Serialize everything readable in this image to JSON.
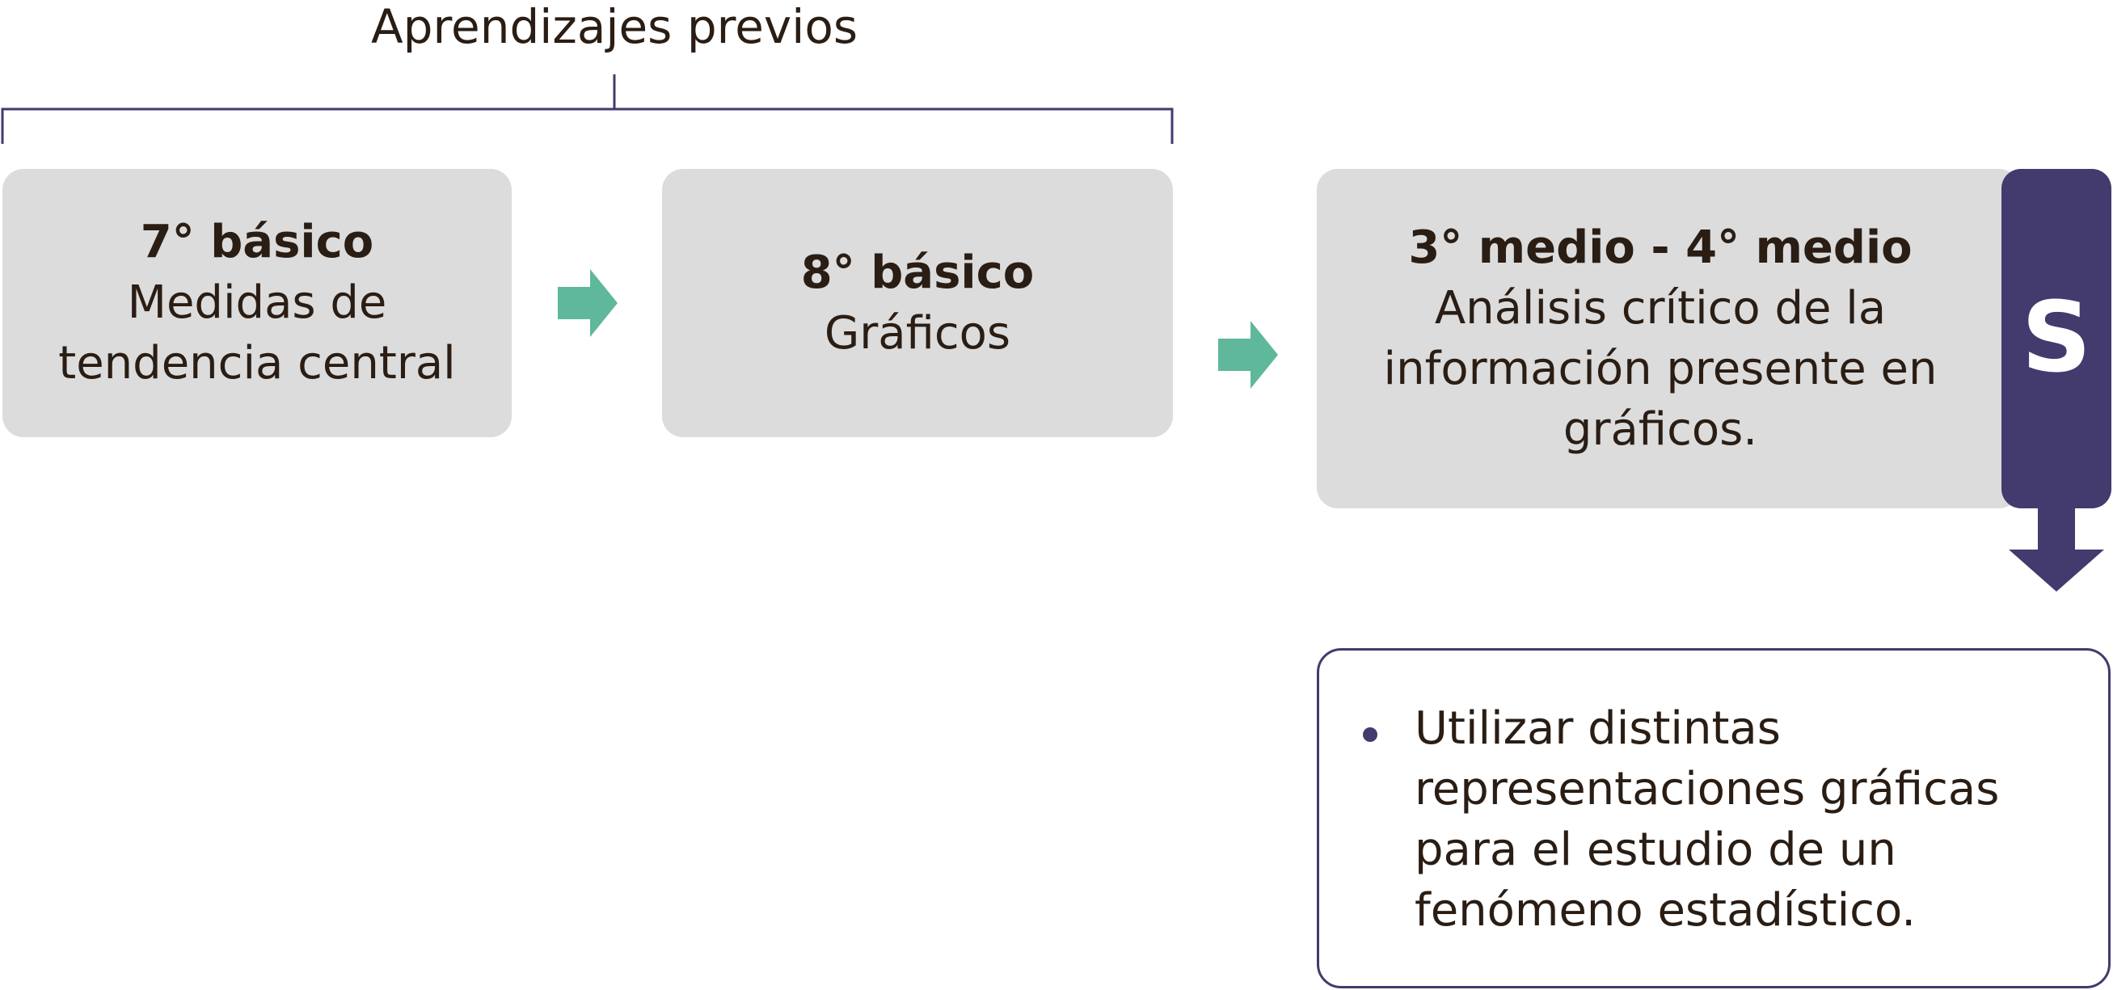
{
  "heading": "Aprendizajes previos",
  "cards": [
    {
      "title": "7° básico",
      "lines": [
        "Medidas de",
        "tendencia central"
      ]
    },
    {
      "title": "8° básico",
      "lines": [
        "Gráficos"
      ]
    },
    {
      "title": "3° medio - 4° medio",
      "lines": [
        "Análisis crítico de la",
        "información presente en",
        "gráficos."
      ]
    }
  ],
  "tab_letter": "S",
  "objective": {
    "lines": [
      "Utilizar distintas",
      "representaciones gráficas",
      "para el estudio de un",
      "fenómeno estadístico."
    ]
  },
  "colors": {
    "card_bg": "#dcdcdc",
    "accent_purple": "#433a6e",
    "arrow_green": "#5fb89b",
    "text": "#2a1d14"
  }
}
